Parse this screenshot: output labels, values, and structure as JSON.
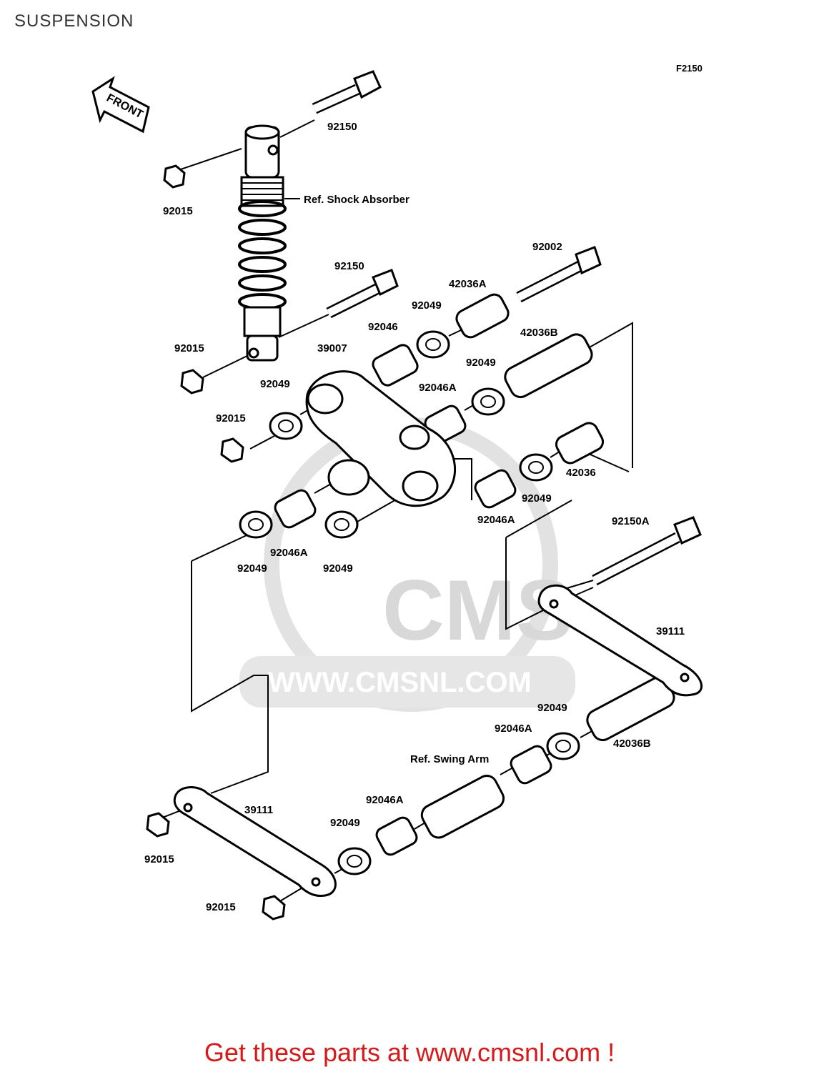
{
  "page_title": "SUSPENSION",
  "figure_code": "F2150",
  "direction_arrow": "FRONT",
  "watermark": {
    "logo": "CMS",
    "url": "WWW.CMSNL.COM"
  },
  "footer": "Get these parts at www.cmsnl.com !",
  "callouts": {
    "c92150_top": "92150",
    "c92015_a": "92015",
    "ref_shock": "Ref. Shock Absorber",
    "c92150_mid": "92150",
    "c92002": "92002",
    "c42036A": "42036A",
    "c92049_a": "92049",
    "c92046": "92046",
    "c42036B_top": "42036B",
    "c92015_b": "92015",
    "c39007": "39007",
    "c92049_b": "92049",
    "c92046A_a": "92046A",
    "c92049_c": "92049",
    "c92015_c": "92015",
    "c42036": "42036",
    "c92049_d": "92049",
    "c92046A_b": "92046A",
    "c92150A": "92150A",
    "c92046A_c": "92046A",
    "c92049_e": "92049",
    "c92049_f": "92049",
    "c39111_right": "39111",
    "c92049_g": "92049",
    "c92046A_d": "92046A",
    "c42036B_bottom": "42036B",
    "ref_swing": "Ref. Swing Arm",
    "c92046A_e": "92046A",
    "c39111_left": "39111",
    "c92049_h": "92049",
    "c92015_d": "92015",
    "c92015_e": "92015"
  }
}
